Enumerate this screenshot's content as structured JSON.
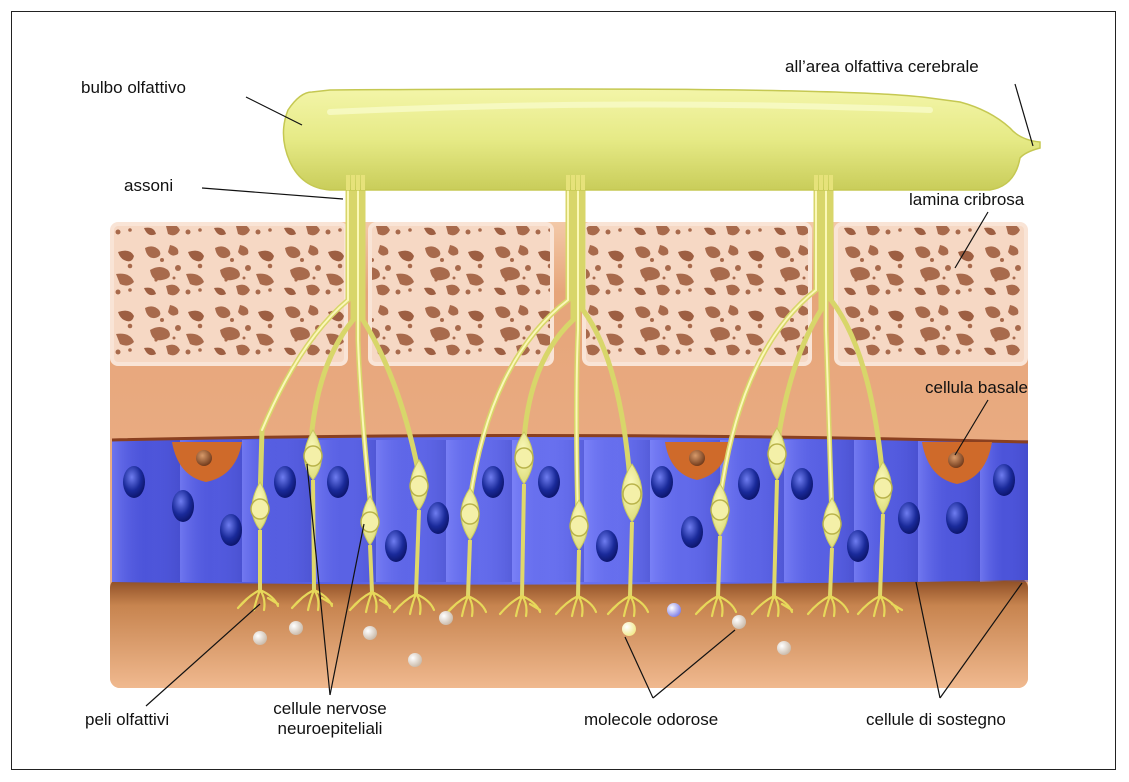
{
  "labels": {
    "bulbo": "bulbo olfattivo",
    "area": "all’area olfattiva cerebrale",
    "assoni": "assoni",
    "lamina": "lamina cribrosa",
    "basale": "cellula basale",
    "peli": "peli olfattivi",
    "nervose_1": "cellule nervose",
    "nervose_2": "neuroepiteliali",
    "molecole": "molecole odorose",
    "sostegno": "cellule di sostegno"
  },
  "colors": {
    "bulb": "#e9ec8a",
    "axon": "#f4f29a",
    "bone": "#f6d6c2",
    "bone_pores": "#a7674a",
    "mucosa": "#5a63e6",
    "basal_cell": "#cf6a2a",
    "tissue": "#e9a878"
  }
}
